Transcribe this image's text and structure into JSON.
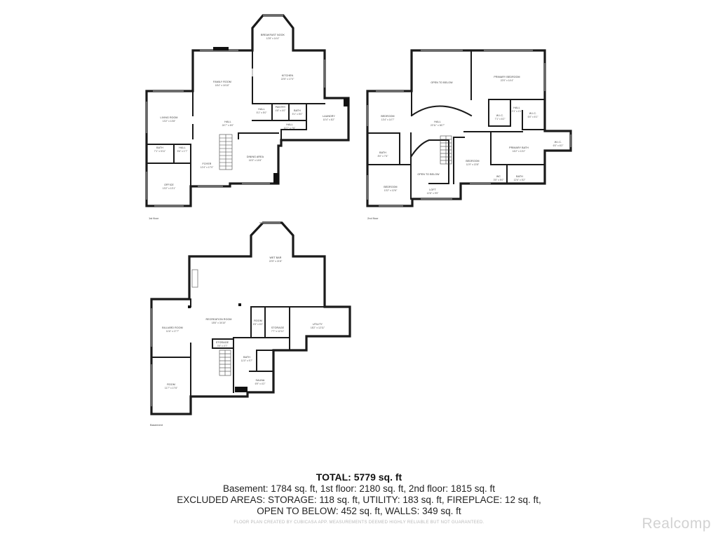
{
  "floors": {
    "first": {
      "label": "1st floor",
      "rooms": {
        "breakfast": {
          "name": "BREAKFAST NOOK",
          "dims": "12'8\" x 14'4\""
        },
        "family": {
          "name": "FAMILY ROOM",
          "dims": "18'4\" x 16'10\""
        },
        "kitchen": {
          "name": "KITCHEN",
          "dims": "22'5\" x 17'0\""
        },
        "living": {
          "name": "LIVING ROOM",
          "dims": "13'2\" x 13'8\""
        },
        "hall": {
          "name": "HALL",
          "dims": "24'7\" x 6'0\""
        },
        "hall2": {
          "name": "HALL",
          "dims": "5'1\" x 5'0\""
        },
        "pantry": {
          "name": "PANTRY",
          "dims": "4'8\" x 4'0\""
        },
        "bath_k": {
          "name": "BATH",
          "dims": "5'1\" x 5'0\""
        },
        "hall3": {
          "name": "HALL",
          "dims": "10'7\" x 7'6\""
        },
        "laundry": {
          "name": "LAUNDRY",
          "dims": "10'4\" x 8'2\""
        },
        "bath_l": {
          "name": "BATH",
          "dims": "7'1\" x 5'11\""
        },
        "hall4": {
          "name": "HALL",
          "dims": "5'6\" x 1'7\""
        },
        "foyer": {
          "name": "FOYER",
          "dims": "12'4\" x 17'0\""
        },
        "dining": {
          "name": "DINING AREA",
          "dims": "16'3\" x 14'6\""
        },
        "office": {
          "name": "OFFICE",
          "dims": "13'2\" x 13'1\""
        }
      }
    },
    "second": {
      "label": "2nd floor",
      "rooms": {
        "otb1": {
          "name": "OPEN TO BELOW",
          "dims": ""
        },
        "primary": {
          "name": "PRIMARY BEDROOM",
          "dims": "22'0\" x 14'4\""
        },
        "bed1": {
          "name": "BEDROOM",
          "dims": "13'4\" x 14'7\""
        },
        "hall": {
          "name": "HALL",
          "dims": "22'11\" x 36'7\""
        },
        "wic1": {
          "name": "W.I.C.",
          "dims": "7'1\" x 6'2\""
        },
        "hall2": {
          "name": "HALL",
          "dims": "2'1\" x 4'1\""
        },
        "wic2": {
          "name": "W.I.C.",
          "dims": "6'0\" x 6'1\""
        },
        "bath_s": {
          "name": "BATH",
          "dims": "8'0\" x 7'6\""
        },
        "pbath": {
          "name": "PRIMARY BATH",
          "dims": "16'2\" x 13'2\""
        },
        "wic3": {
          "name": "W.I.C.",
          "dims": "6'0\" x 6'2\""
        },
        "bed2": {
          "name": "BEDROOM",
          "dims": "11'9\" x 13'8\""
        },
        "otb2": {
          "name": "OPEN TO BELOW",
          "dims": ""
        },
        "wc": {
          "name": "WC",
          "dims": "3'5\" x 5'0\""
        },
        "bath2": {
          "name": "BATH",
          "dims": "12'6\" x 5'2\""
        },
        "bed3": {
          "name": "BEDROOM",
          "dims": "13'2\" x 12'6\""
        },
        "loft": {
          "name": "LOFT",
          "dims": "12'8\" x 9'9\""
        }
      }
    },
    "basement": {
      "label": "Basement",
      "rooms": {
        "wetbar": {
          "name": "WET BAR",
          "dims": "22'5\" x 21'8\""
        },
        "billiard": {
          "name": "BILLIARD ROOM",
          "dims": "11'6\" x 17'7\""
        },
        "rec": {
          "name": "RECREATION ROOM",
          "dims": "18'6\" x 34'10\""
        },
        "room1": {
          "name": "ROOM",
          "dims": "4'5\" x 6'2\""
        },
        "storage1": {
          "name": "STORAGE",
          "dims": "7'7\" x 12'11\""
        },
        "utility": {
          "name": "UTILITY",
          "dims": "18'2\" x 12'11\""
        },
        "storage2": {
          "name": "STORAGE",
          "dims": "3'5\" x 4'7\""
        },
        "bath": {
          "name": "BATH",
          "dims": "11'0\" x 9'7\""
        },
        "sauna": {
          "name": "SAUNA",
          "dims": "6'9\" x 4'2\""
        },
        "room2": {
          "name": "ROOM",
          "dims": "11'7\" x 17'6\""
        }
      }
    }
  },
  "summary": {
    "total": "TOTAL: 5779 sq. ft",
    "line1": "Basement: 1784 sq. ft, 1st floor: 2180 sq. ft, 2nd floor: 1815 sq. ft",
    "line2": "EXCLUDED AREAS: STORAGE: 118 sq. ft, UTILITY: 183 sq. ft, FIREPLACE: 12 sq. ft,",
    "line3": "OPEN TO BELOW: 452 sq. ft, WALLS: 349 sq. ft"
  },
  "disclaimer": "FLOOR PLAN CREATED BY CUBICASA APP. MEASUREMENTS DEEMED HIGHLY RELIABLE BUT NOT GUARANTEED.",
  "watermark": "Realcomp"
}
